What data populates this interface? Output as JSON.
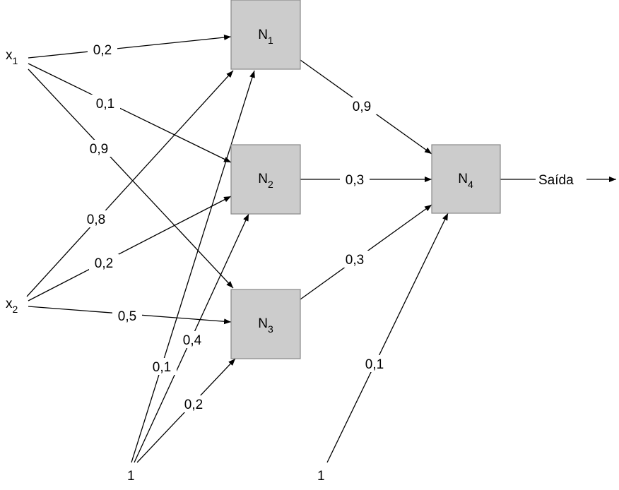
{
  "inputs": {
    "x1": {
      "base": "x",
      "sub": "1"
    },
    "x2": {
      "base": "x",
      "sub": "2"
    },
    "bias_a": "1",
    "bias_b": "1"
  },
  "nodes": [
    {
      "base": "N",
      "sub": "1"
    },
    {
      "base": "N",
      "sub": "2"
    },
    {
      "base": "N",
      "sub": "3"
    },
    {
      "base": "N",
      "sub": "4"
    }
  ],
  "output_label": "Saída",
  "weights": {
    "x1_n1": "0,2",
    "x1_n2": "0,1",
    "x1_n3": "0,9",
    "x2_n1": "0,8",
    "x2_n2": "0,2",
    "x2_n3": "0,5",
    "b1_n1": "0,1",
    "b1_n2": "0,4",
    "b1_n3": "0,2",
    "n1_n4": "0,9",
    "n2_n4": "0,3",
    "n3_n4": "0,3",
    "b2_n4": "0,1"
  }
}
